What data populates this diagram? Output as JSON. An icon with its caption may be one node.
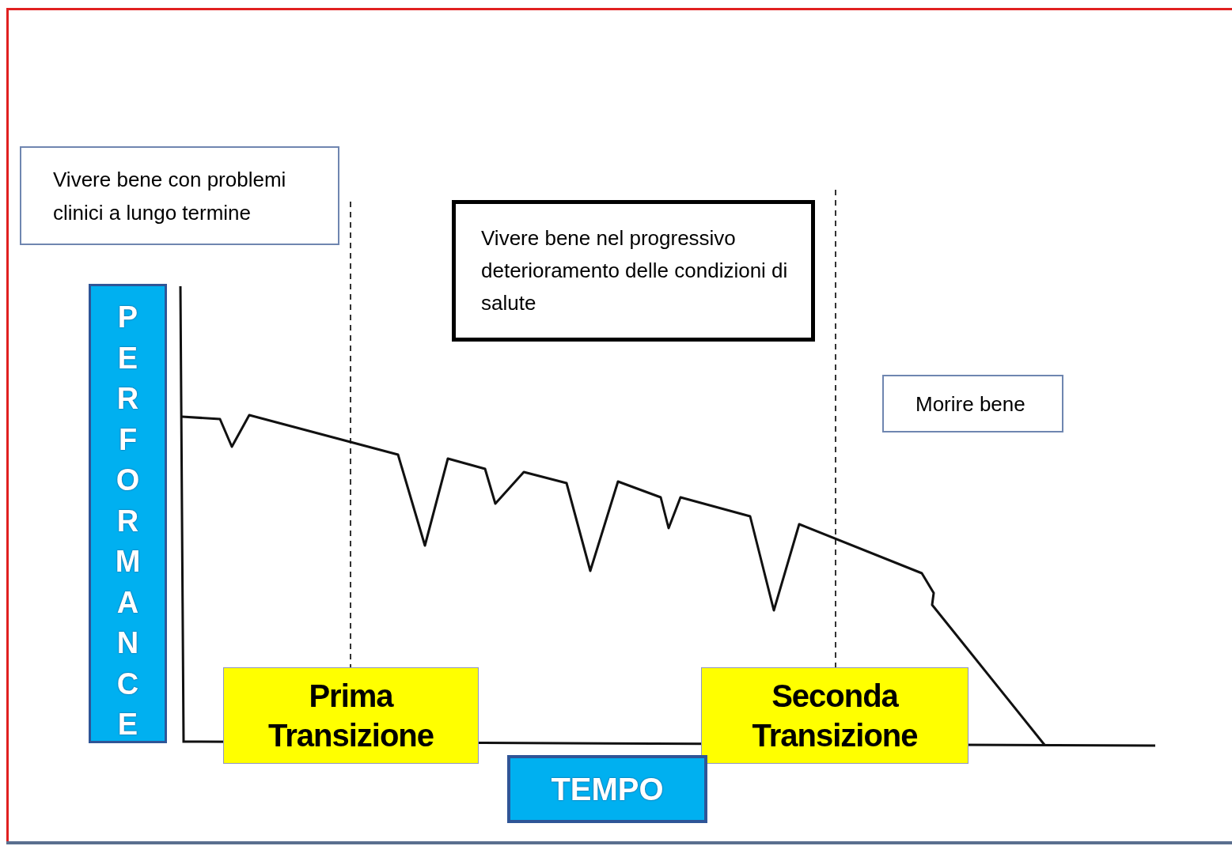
{
  "diagram": {
    "nodes": [
      {
        "text": [
          "Vivere bene con problemi clinici a lungo termine"
        ]
      },
      {
        "text": [
          "Vivere bene nel progressivo deterioramento delle condizioni di salute"
        ]
      },
      {
        "text": [
          "Morire bene"
        ]
      },
      {
        "text": [
          "PERFORMANCE"
        ]
      },
      {
        "text": [
          "Prima Transizione"
        ]
      },
      {
        "text": [
          "Seconda Transizione"
        ]
      },
      {
        "text": [
          "TEMPO"
        ]
      }
    ]
  }
}
